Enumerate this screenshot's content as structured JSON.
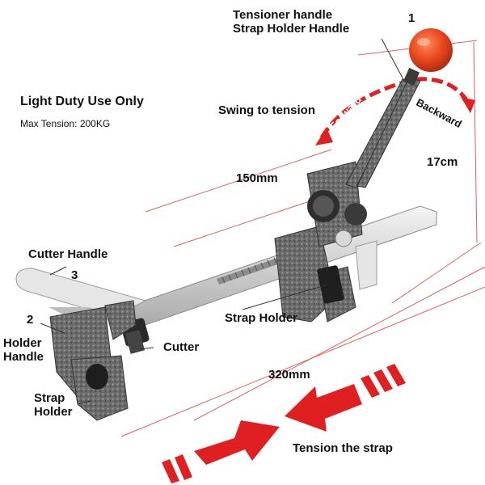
{
  "labels": {
    "tensioner_handle": "Tensioner handle",
    "strap_holder_handle": "Strap Holder Handle",
    "light_duty": "Light Duty Use Only",
    "max_tension": "Max Tension: 200KG",
    "swing_to_tension": "Swing to tension",
    "forward": "Forward",
    "backward": "Backward",
    "cutter_handle": "Cutter Handle",
    "holder_handle_line1": "Holder",
    "holder_handle_line2": "Handle",
    "cutter": "Cutter",
    "strap_holder_right": "Strap Holder",
    "strap_holder_left_line1": "Strap",
    "strap_holder_left_line2": "Holder",
    "tension_the_strap": "Tension the strap"
  },
  "numbers": {
    "one": "1",
    "two": "2",
    "three": "3"
  },
  "dimensions": {
    "width_150": "150mm",
    "height_17": "17cm",
    "length_320": "320mm"
  },
  "colors": {
    "arrow_red": "#e02020",
    "knob_red": "#e8461c",
    "metal": "#d9d9d9",
    "body_gray": "#6e6e6e"
  },
  "icons": [
    "tensioner-knob-icon",
    "tension-arrow-icon",
    "swing-arc-icon"
  ]
}
